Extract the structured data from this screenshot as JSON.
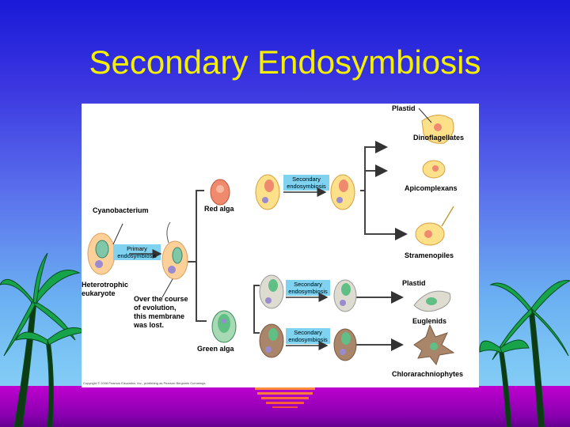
{
  "title": "Secondary Endosymbiosis",
  "diagram": {
    "labels": {
      "cyanobacterium": "Cyanobacterium",
      "primary_1": "Primary",
      "primary_2": "endosymbiosis",
      "hetero_1": "Heterotrophic",
      "hetero_2": "eukaryote",
      "red_alga": "Red alga",
      "green_alga": "Green alga",
      "course_1": "Over the course",
      "course_2": "of evolution,",
      "course_3": "this membrane",
      "course_4": "was lost.",
      "secondary_1": "Secondary",
      "secondary_2": "endosymbiosis",
      "plastid": "Plastid",
      "dinoflagellates": "Dinoflagellates",
      "apicomplexans": "Apicomplexans",
      "stramenopiles": "Stramenopiles",
      "euglenids": "Euglenids",
      "chlorarachniophytes": "Chlorarachniophytes",
      "copyright": "Copyright © 2008 Pearson Education, Inc., publishing as Pearson Benjamin Cummings."
    }
  },
  "colors": {
    "title": "#f5f000",
    "label_box": "#7fd3f0",
    "host_cell": "#fde08a",
    "red_alga": "#f08a6e",
    "green_alga": "#a8d9b5",
    "arrow": "#333333"
  }
}
